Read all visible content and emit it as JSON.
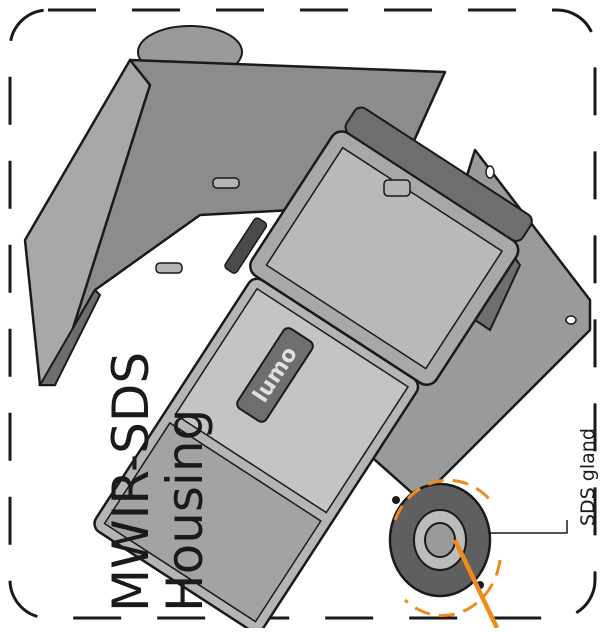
{
  "title": {
    "line1": "MWIR-SDS",
    "line2": "Housing"
  },
  "callout": {
    "label": "SDS gland"
  },
  "camera_logo": "lumo",
  "colors": {
    "outline": "#1a1a1a",
    "metal_light": "#bfbfbf",
    "metal_mid": "#9a9a9a",
    "metal_dark": "#6e6e6e",
    "plate": "#8c8c8c",
    "accent_orange": "#f08a1c",
    "dashed_border": "#1a1a1a"
  }
}
